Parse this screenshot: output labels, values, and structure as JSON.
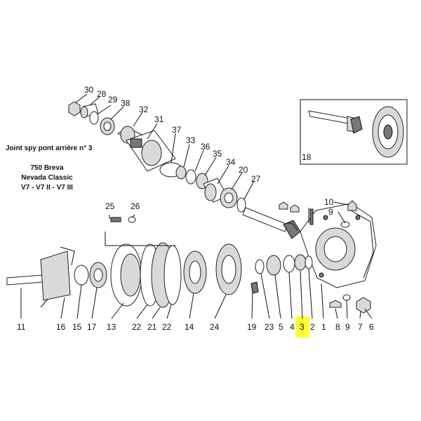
{
  "caption": {
    "title": "Joint spy pont arrière n° 3",
    "model_line_1": "750 Breva",
    "model_line_2": "Nevada Classic",
    "model_line_3": "V7 - V7 II - V7 III"
  },
  "callouts": [
    "30",
    "28",
    "29",
    "38",
    "32",
    "31",
    "37",
    "33",
    "36",
    "35",
    "34",
    "20",
    "27",
    "18",
    "10",
    "9",
    "25",
    "26",
    "11",
    "16",
    "15",
    "17",
    "13",
    "22",
    "21",
    "22",
    "14",
    "24",
    "19",
    "23",
    "5",
    "4",
    "3",
    "2",
    "1",
    "8",
    "9",
    "7",
    "6"
  ],
  "highlighted_callout": "3",
  "colors": {
    "highlight": "#ffff33"
  }
}
